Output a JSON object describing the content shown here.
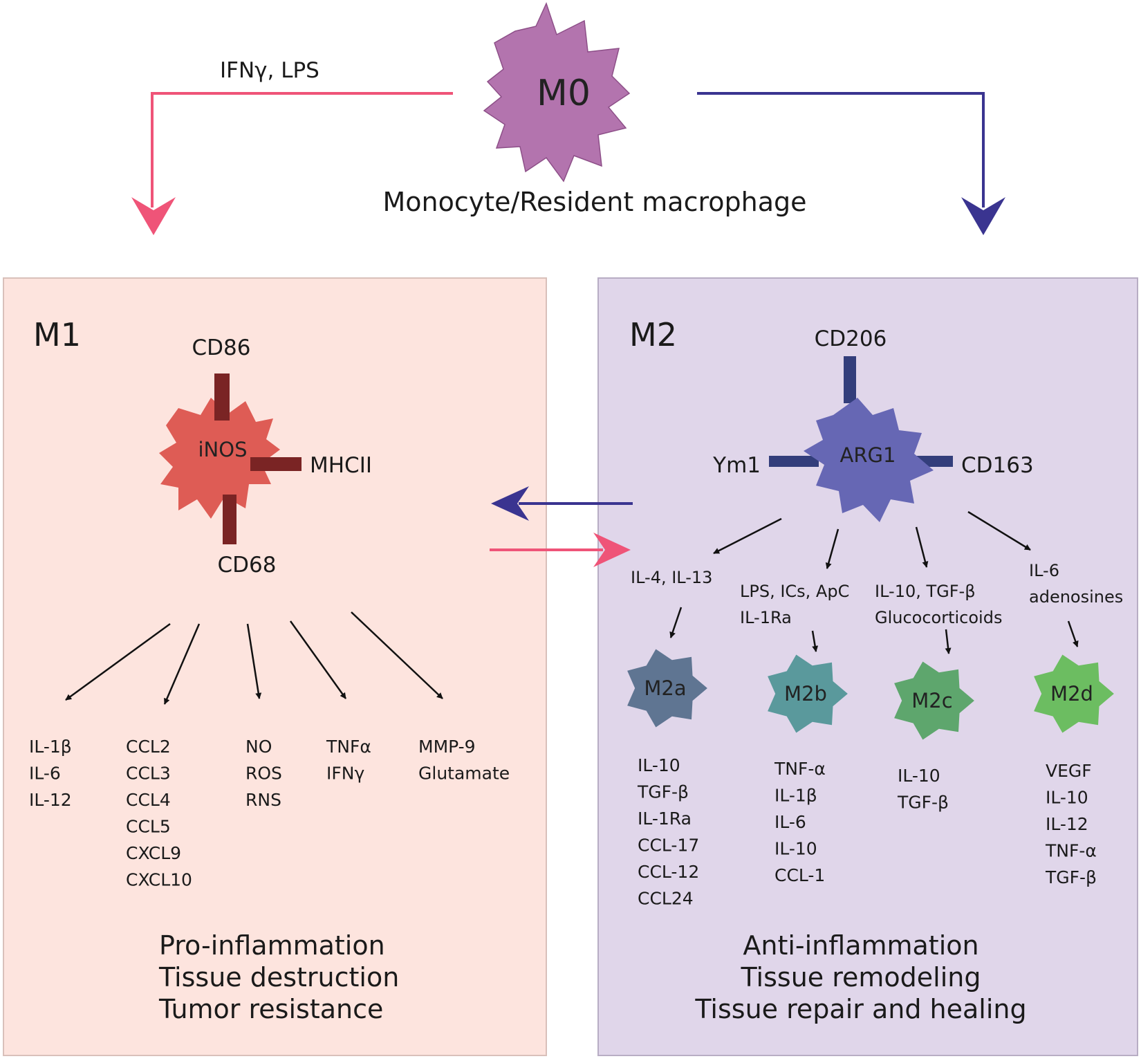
{
  "top": {
    "m0_label": "M0",
    "caption": "Monocyte/Resident macrophage",
    "m1_signal": "IFNγ, LPS"
  },
  "m1": {
    "title": "M1",
    "core_marker": "iNOS",
    "markers": {
      "top": "CD86",
      "right": "MHCII",
      "bottom": "CD68"
    },
    "product_groups": [
      [
        "IL-1β",
        "IL-6",
        "IL-12"
      ],
      [
        "CCL2",
        "CCL3",
        "CCL4",
        "CCL5",
        "CXCL9",
        "CXCL10"
      ],
      [
        "NO",
        "ROS",
        "RNS"
      ],
      [
        "TNFα",
        "IFNγ"
      ],
      [
        "MMP-9",
        "Glutamate"
      ]
    ],
    "functions": [
      "Pro-inflammation",
      "Tissue destruction",
      "Tumor resistance"
    ]
  },
  "m2": {
    "title": "M2",
    "core_marker": "ARG1",
    "markers": {
      "top": "CD206",
      "left": "Ym1",
      "right": "CD163"
    },
    "subtypes": [
      {
        "name": "M2a",
        "stimuli": [
          "IL-4, IL-13"
        ],
        "products": [
          "IL-10",
          "TGF-β",
          "IL-1Ra",
          "CCL-17",
          "CCL-12",
          "CCL24"
        ],
        "color": "#5f7592"
      },
      {
        "name": "M2b",
        "stimuli": [
          "LPS, ICs, ApC",
          "IL-1Ra"
        ],
        "products": [
          "TNF-α",
          "IL-1β",
          "IL-6",
          "IL-10",
          "CCL-1"
        ],
        "color": "#5a999c"
      },
      {
        "name": "M2c",
        "stimuli": [
          "IL-10, TGF-β",
          "Glucocorticoids"
        ],
        "products": [
          "IL-10",
          "TGF-β"
        ],
        "color": "#5ea66d"
      },
      {
        "name": "M2d",
        "stimuli": [
          "IL-6",
          "adenosines"
        ],
        "products": [
          "VEGF",
          "IL-10",
          "IL-12",
          "TNF-α",
          "TGF-β"
        ],
        "color": "#6cbd61"
      }
    ],
    "functions": [
      "Anti-inflammation",
      "Tissue remodeling",
      "Tissue repair and healing"
    ]
  },
  "colors": {
    "m0": "#b374ae",
    "m1_box": "#fde4de",
    "m2_box": "#e0d6ea",
    "m1_cell": "#de5c55",
    "m1_marker": "#7a2424",
    "m2_cell": "#6667b4",
    "m2_marker": "#333e7b",
    "pink_arrow": "#ef5478",
    "navy_arrow": "#3a3490"
  }
}
